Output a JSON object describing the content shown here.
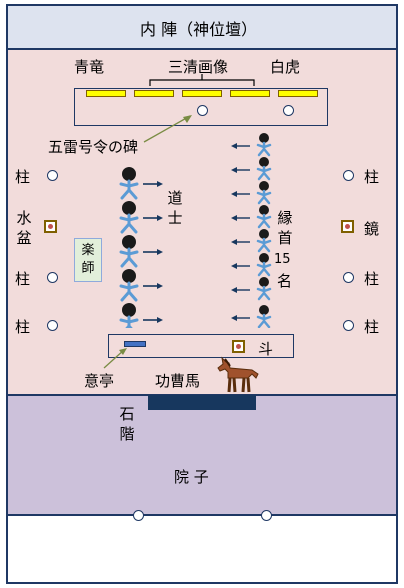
{
  "title": "内 陣（神位壇）",
  "altar": {
    "left_label": "青竜",
    "center_label": "三清画像",
    "right_label": "白虎"
  },
  "stele": "五雷号令の碑",
  "pillar": "柱",
  "left_side": {
    "basin": "水盆",
    "gakushi": "楽師"
  },
  "right_side": {
    "mirror": "鏡"
  },
  "daoist": "道士",
  "attendants": "縁首",
  "attendants_count": "15",
  "attendants_unit": "名",
  "table": {
    "item": "斗",
    "left_label": "意亭"
  },
  "horse": "功曹馬",
  "steps": "石階",
  "yard": "院 子",
  "colors": {
    "sanctum": "#dde3ef",
    "hall": "#f2dcdb",
    "yard": "#ccc1da",
    "border": "#1f3864",
    "image_panel": "#ffff00",
    "figure": "#5b9bd5"
  }
}
